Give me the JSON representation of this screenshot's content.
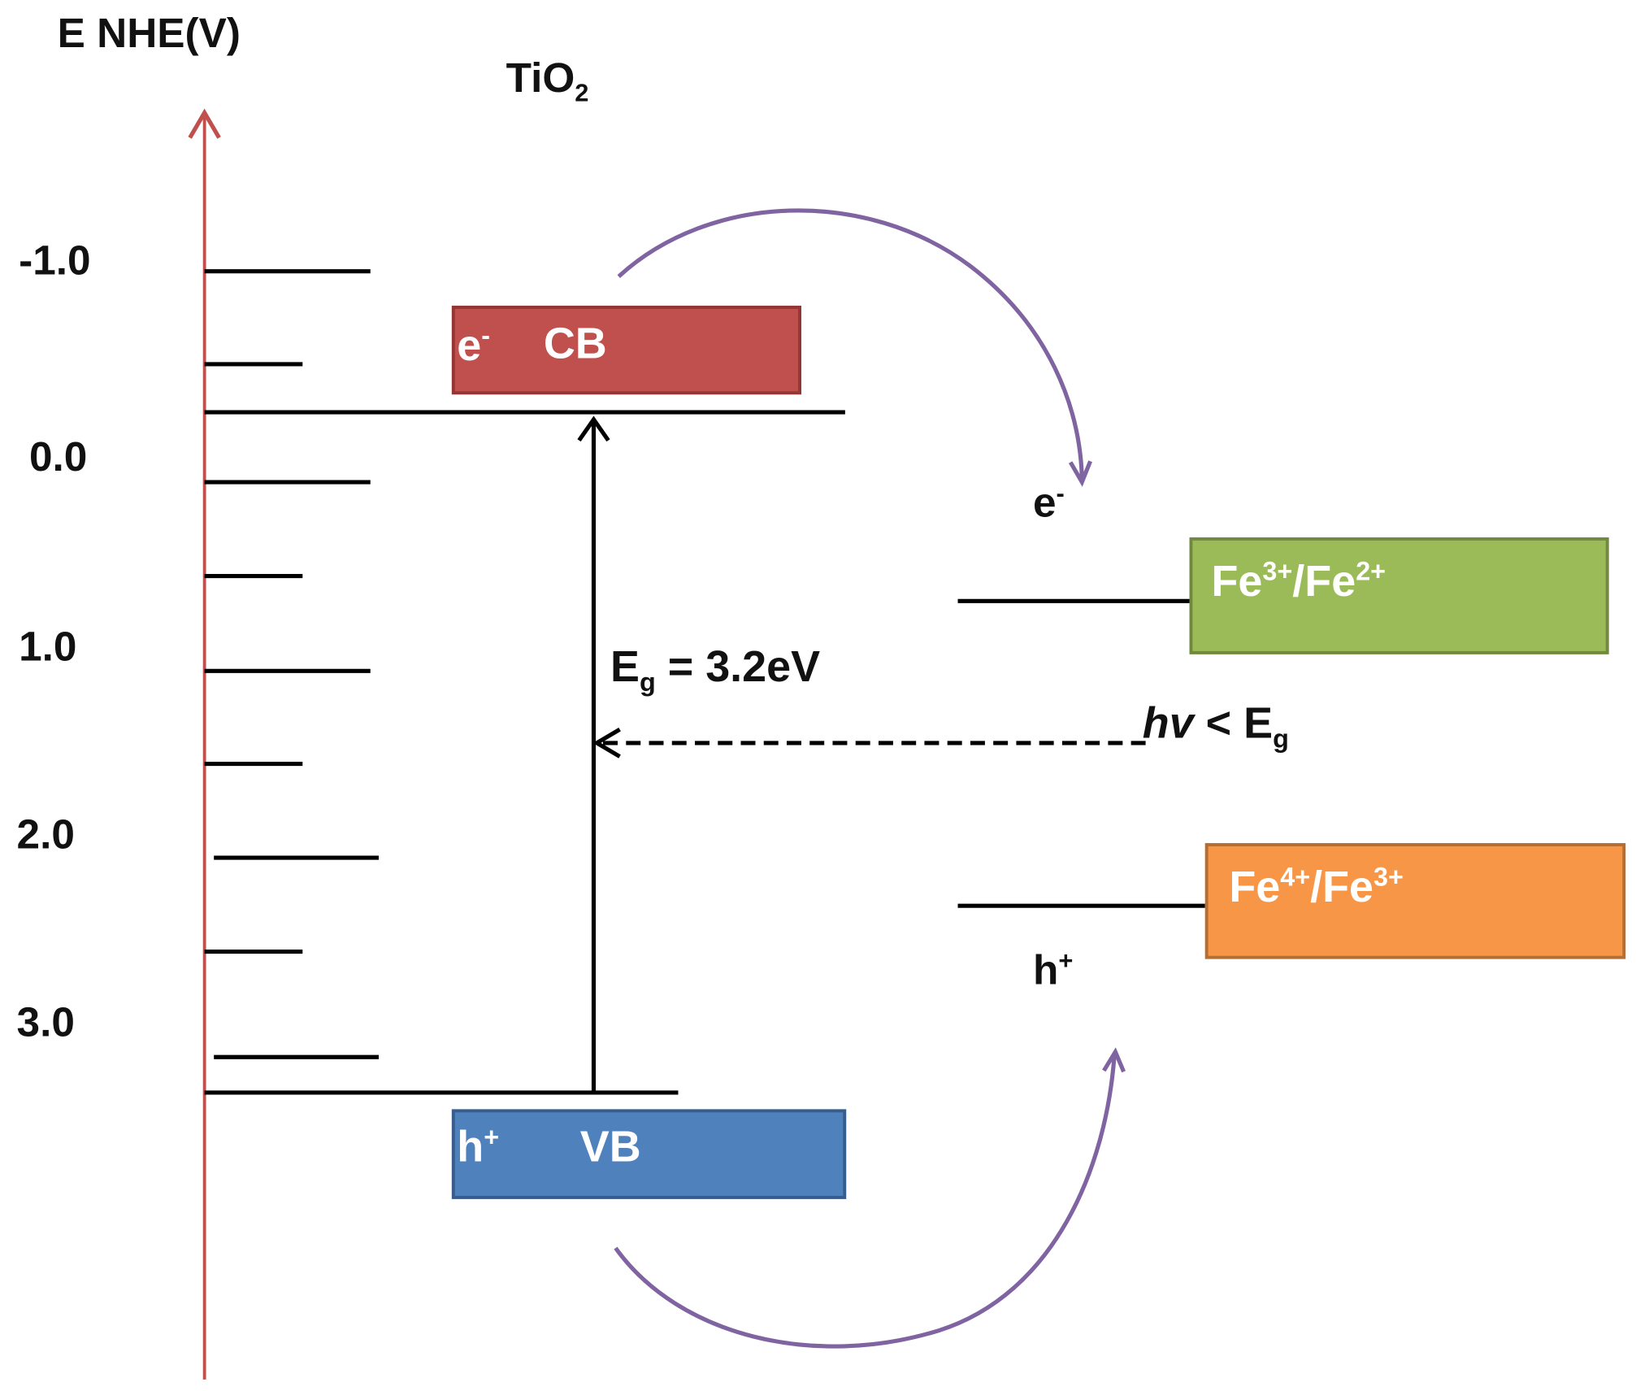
{
  "axis": {
    "title": "E NHE(V)",
    "tick_labels": [
      "-1.0",
      "0.0",
      "1.0",
      "2.0",
      "3.0"
    ],
    "color": "#c0504d"
  },
  "material": {
    "name": "TiO",
    "subscript": "2"
  },
  "bands": {
    "cb": {
      "carrier": "e",
      "carrier_sign": "-",
      "label": "CB",
      "color": "#c0504d"
    },
    "vb": {
      "carrier": "h",
      "carrier_sign": "+",
      "label": "VB",
      "color": "#4f81bd"
    }
  },
  "band_gap": {
    "symbol": "E",
    "subscript": "g",
    "value_text": " = 3.2eV"
  },
  "photon": {
    "symbol": "hv",
    "relation": " < E",
    "subscript": "g"
  },
  "transfer": {
    "electron": {
      "label": "e",
      "sign": "-"
    },
    "hole": {
      "label": "h",
      "sign": "+"
    },
    "arrow_color": "#8064a2"
  },
  "couples": {
    "fe3_fe2": {
      "ion1": "Fe",
      "charge1": "3+",
      "sep": "/",
      "ion2": "Fe",
      "charge2": "2+",
      "color": "#9bbb59"
    },
    "fe4_fe3": {
      "ion1": "Fe",
      "charge1": "4+",
      "sep": "/",
      "ion2": "Fe",
      "charge2": "3+",
      "color": "#f79646"
    }
  }
}
